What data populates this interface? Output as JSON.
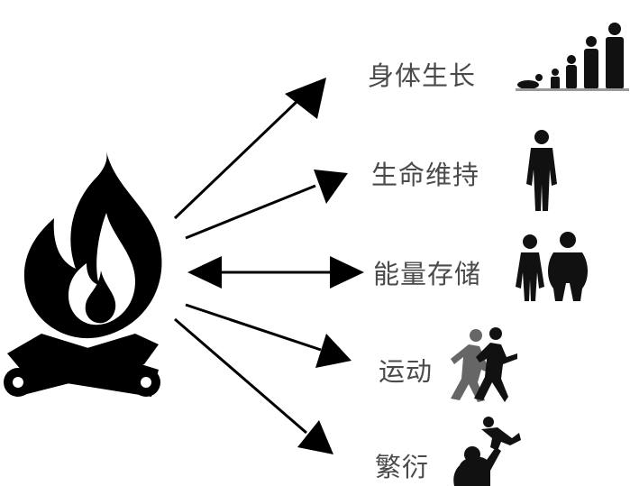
{
  "diagram": {
    "source": {
      "icon": "campfire-icon"
    },
    "arrow_color": "#000000",
    "label_color": "#4a4a4a",
    "targets": [
      {
        "label": "身体生长",
        "icon": "human-growth-stages-icon",
        "arrow": "one-way"
      },
      {
        "label": "生命维持",
        "icon": "standing-person-icon",
        "arrow": "one-way"
      },
      {
        "label": "能量存储",
        "icon": "slim-and-heavy-person-icon",
        "arrow": "two-way"
      },
      {
        "label": "运动",
        "icon": "running-people-icon",
        "arrow": "one-way"
      },
      {
        "label": "繁衍",
        "icon": "parent-holding-child-icon",
        "arrow": "one-way"
      }
    ]
  }
}
